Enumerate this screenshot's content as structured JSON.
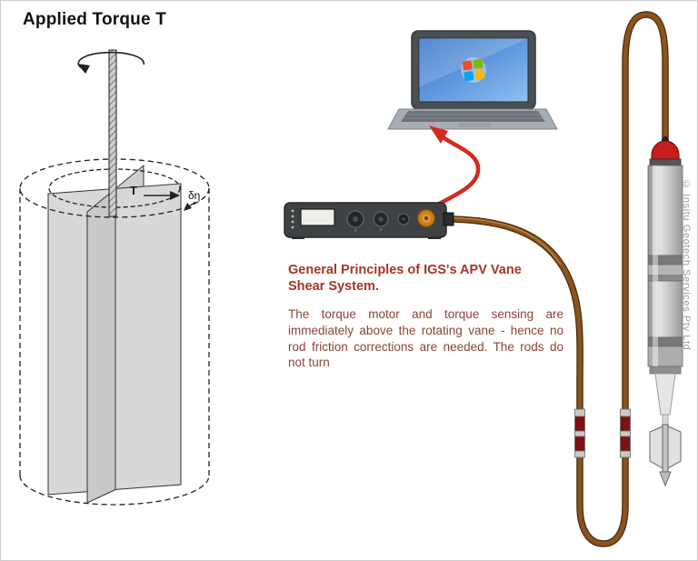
{
  "figure": {
    "left": {
      "title": "Applied Torque T",
      "torque_label": "T",
      "delta_label": "δη"
    },
    "right": {
      "heading": "General Principles of IGS's APV Vane Shear System.",
      "body": "The torque motor and torque sensing are immediately above the rotating vane - hence no rod friction corrections are needed.  The rods do not turn",
      "copyright": "© Insitu Geotech Services Pty Ltd"
    },
    "colors": {
      "heading_text": "#a63527",
      "body_text": "#8a4435",
      "red_cable": "#d42a1e",
      "brown_cable": "#8a541f",
      "probe_cap": "#c81e1e",
      "connector_orange": "#c87f1e",
      "vane_fill_gray": "#d8d8d8",
      "copyright_text": "#9a9a9a"
    },
    "icons": {
      "windows_logo": "windows-logo-icon",
      "rotation_arrow": "rotation-arrow-icon"
    }
  }
}
